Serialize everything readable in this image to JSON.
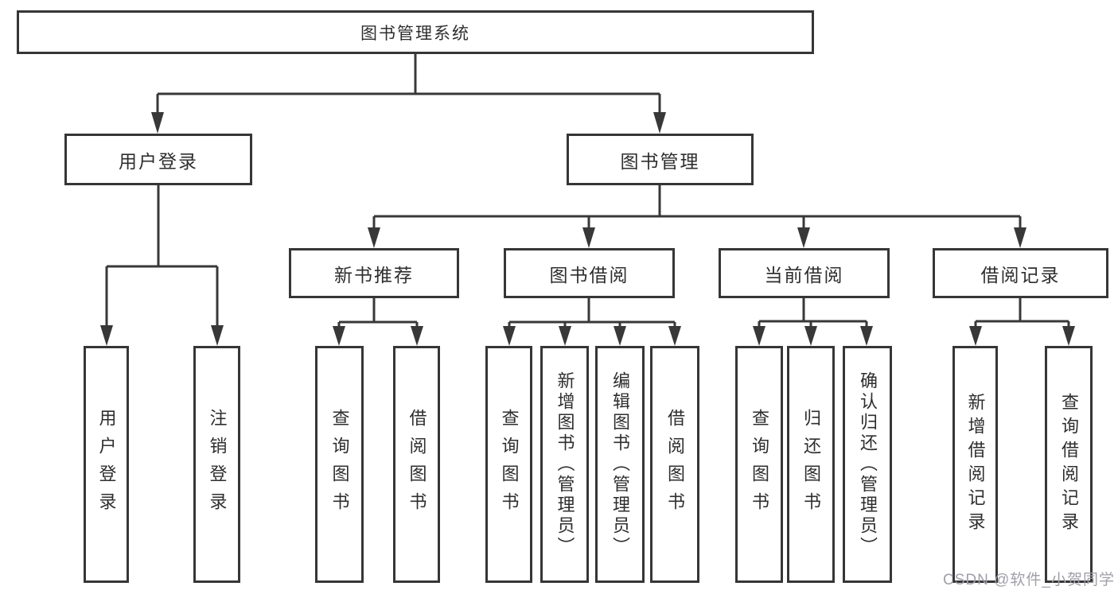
{
  "tree": {
    "label": "图书管理系统",
    "children": [
      {
        "label": "用户登录",
        "children": [
          {
            "label": "用户登录"
          },
          {
            "label": "注销登录"
          }
        ]
      },
      {
        "label": "图书管理",
        "children": [
          {
            "label": "新书推荐",
            "children": [
              {
                "label": "查询图书"
              },
              {
                "label": "借阅图书"
              }
            ]
          },
          {
            "label": "图书借阅",
            "children": [
              {
                "label": "查询图书"
              },
              {
                "label": "新增图书（管理员）"
              },
              {
                "label": "编辑图书（管理员）"
              },
              {
                "label": "借阅图书"
              }
            ]
          },
          {
            "label": "当前借阅",
            "children": [
              {
                "label": "查询图书"
              },
              {
                "label": "归还图书"
              },
              {
                "label": "确认归还（管理员）"
              }
            ]
          },
          {
            "label": "借阅记录",
            "children": [
              {
                "label": "新增借阅记录"
              },
              {
                "label": "查询借阅记录"
              }
            ]
          }
        ]
      }
    ]
  },
  "watermark": {
    "text": "CSDN @软件_小贺同学"
  },
  "colors": {
    "line": "#383838",
    "text": "#2e2e2e",
    "watermark": "#9fa0a8",
    "background": "#ffffff"
  }
}
